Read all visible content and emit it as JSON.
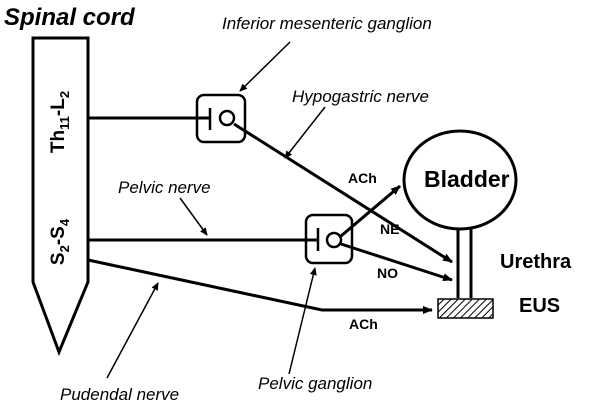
{
  "title": "Spinal cord",
  "segments": {
    "upper": {
      "base": "Th",
      "sub1": "11",
      "sep": "-L",
      "sub2": "2"
    },
    "lower": {
      "base": "S",
      "sub1": "2",
      "sep": "-S",
      "sub2": "4"
    }
  },
  "labels": {
    "inferior_ganglion": "Inferior mesenteric ganglion",
    "hypogastric_nerve": "Hypogastric nerve",
    "pelvic_nerve": "Pelvic nerve",
    "pelvic_ganglion": "Pelvic ganglion",
    "pudendal_nerve": "Pudendal nerve",
    "bladder": "Bladder",
    "urethra": "Urethra",
    "eus": "EUS",
    "ach_bladder": "ACh",
    "ne": "NE",
    "no": "NO",
    "ach_eus": "ACh"
  }
}
